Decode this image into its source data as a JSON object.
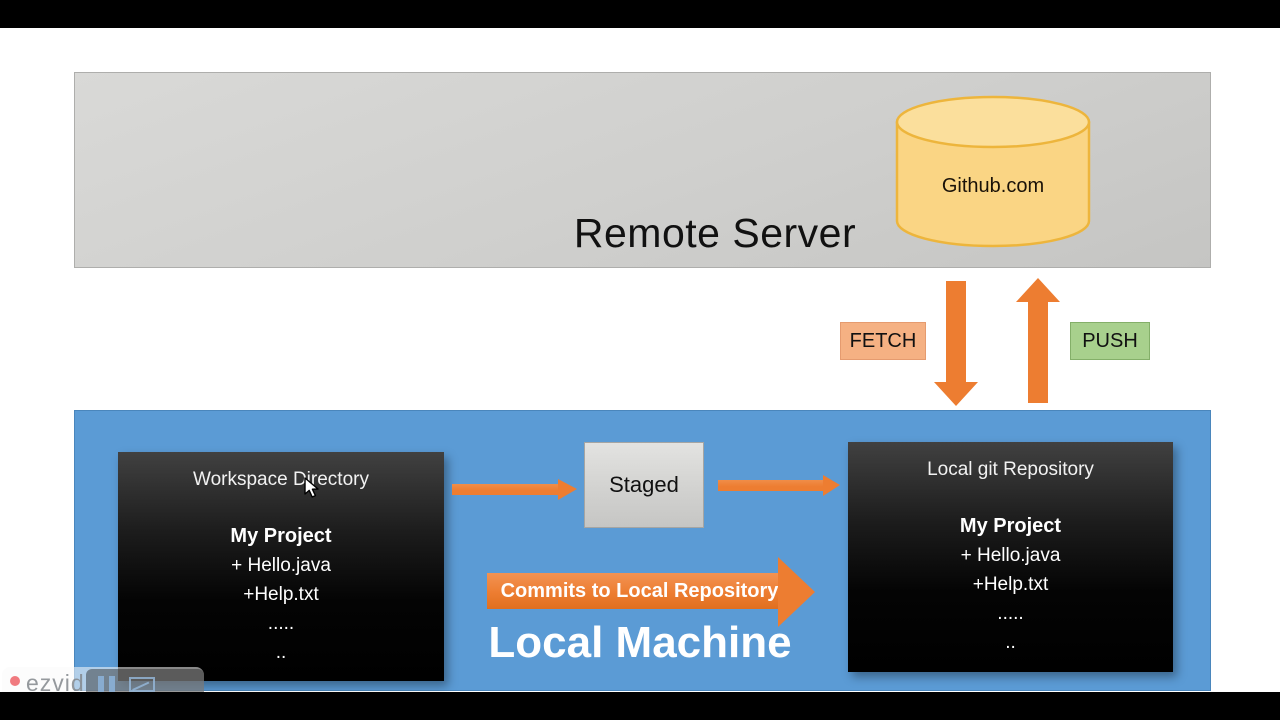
{
  "slide": {
    "remote_server": {
      "title": "Remote Server",
      "database_label": "Github.com"
    },
    "sync": {
      "fetch_label": "FETCH",
      "push_label": "PUSH"
    },
    "local_machine": {
      "label": "Local Machine",
      "commit_arrow_label": "Commits to Local Repository",
      "workspace": {
        "title": "Workspace Directory",
        "project_name": "My Project",
        "entries": [
          "+ Hello.java",
          "+Help.txt",
          ".....",
          ".."
        ]
      },
      "staged": {
        "label": "Staged"
      },
      "repository": {
        "title": "Local git Repository",
        "project_name": "My Project",
        "entries": [
          "+ Hello.java",
          "+Help.txt",
          ".....",
          ".."
        ]
      }
    }
  },
  "watermark": {
    "brand": "ezvid"
  },
  "colors": {
    "accent-blue": "#5B9BD5",
    "accent-orange": "#ED7D31",
    "fetch-fill": "#F5B183",
    "fetch-border": "#E59B6F",
    "push-fill": "#A8D08D",
    "push-border": "#84AF69",
    "cylinder-fill": "#FAD584",
    "cylinder-top": "#FBDF9C",
    "cylinder-stroke": "#EDB53C"
  }
}
